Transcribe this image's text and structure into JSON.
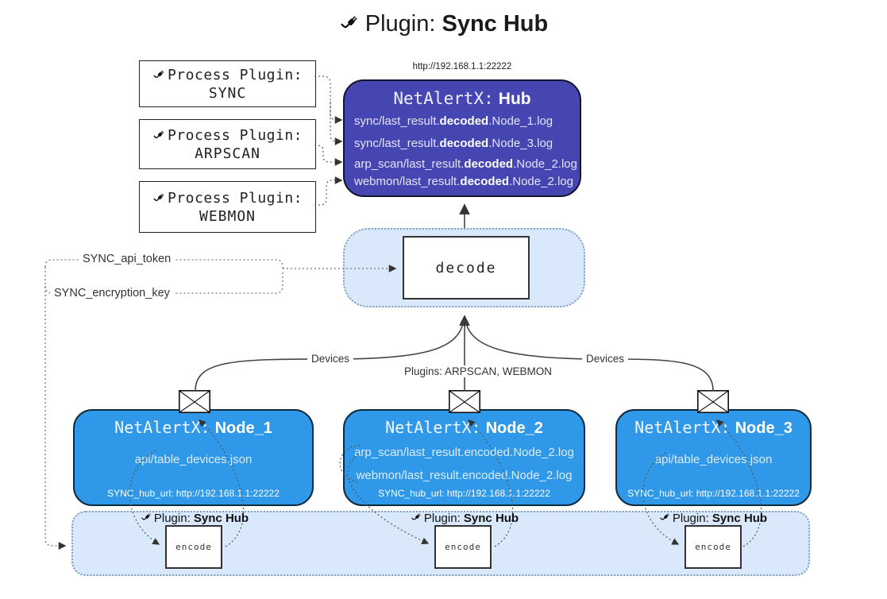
{
  "title": {
    "prefix": "Plugin:",
    "name": "Sync Hub"
  },
  "process_plugins": {
    "label": "Process Plugin:",
    "items": [
      {
        "name": "SYNC"
      },
      {
        "name": "ARPSCAN"
      },
      {
        "name": "WEBMON"
      }
    ]
  },
  "hub": {
    "url": "http://192.168.1.1:22222",
    "title_prefix": "NetAlertX:",
    "title_name": "Hub",
    "files": [
      {
        "prefix": "sync/last_result.",
        "bold": "decoded",
        "suffix": ".Node_1.log"
      },
      {
        "prefix": "sync/last_result.",
        "bold": "decoded",
        "suffix": ".Node_3.log"
      },
      {
        "prefix": "arp_scan/last_result.",
        "bold": "decoded",
        "suffix": ".Node_2.log"
      },
      {
        "prefix": "webmon/last_result.",
        "bold": "decoded",
        "suffix": ".Node_2.log"
      }
    ]
  },
  "decode": {
    "label": "decode"
  },
  "secrets": {
    "api_token": "SYNC_api_token",
    "encryption_key": "SYNC_encryption_key"
  },
  "edge_labels": {
    "devices_left": "Devices",
    "plugins_middle": "Plugins: ARPSCAN, WEBMON",
    "devices_right": "Devices"
  },
  "nodes": [
    {
      "title_prefix": "NetAlertX:",
      "title_name": "Node_1",
      "files": [
        "api/table_devices.json"
      ],
      "hub_url": "SYNC_hub_url: http://192.168.1.1:22222"
    },
    {
      "title_prefix": "NetAlertX:",
      "title_name": "Node_2",
      "files": [
        "arp_scan/last_result.encoded.Node_2.log",
        "webmon/last_result.encoded.Node_2.log"
      ],
      "hub_url": "SYNC_hub_url: http://192.168.1.1:22222"
    },
    {
      "title_prefix": "NetAlertX:",
      "title_name": "Node_3",
      "files": [
        "api/table_devices.json"
      ],
      "hub_url": "SYNC_hub_url: http://192.168.1.1:22222"
    }
  ],
  "encoder": {
    "label_prefix": "Plugin:",
    "label_name": "Sync Hub",
    "box_label": "encode"
  },
  "colors": {
    "hub_bg": "#4646b3",
    "node_bg": "#2f98e8",
    "container_bg": "#d9e9fb",
    "container_border": "#82a0bc"
  }
}
